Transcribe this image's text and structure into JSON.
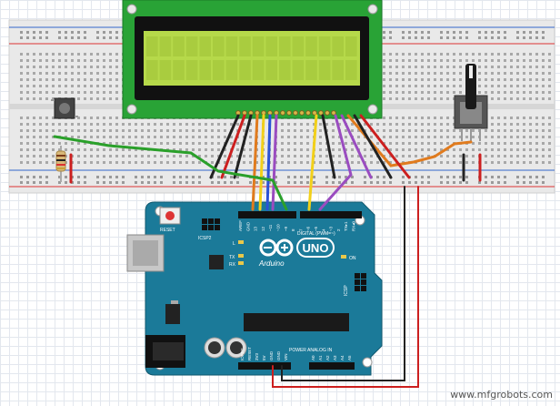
{
  "lcd": {
    "pin_count": 16
  },
  "arduino": {
    "reset_label": "RESET",
    "icsp2_label": "ICSP2",
    "icsp_label": "ICSP",
    "brand": "Arduino",
    "model": "UNO",
    "digital_label": "DIGITAL (PWM=~)",
    "power_label": "POWER",
    "analog_label": "ANALOG IN",
    "on_label": "ON",
    "l_label": "L",
    "tx_label": "TX",
    "rx_label": "RX",
    "top_pins": [
      "AREF",
      "GND",
      "13",
      "12",
      "~11",
      "~10",
      "~9",
      "8",
      "7",
      "~6",
      "~5",
      "4",
      "~3",
      "2",
      "TX▸1",
      "RX◂0"
    ],
    "power_pins": [
      "IOREF",
      "RESET",
      "3V3",
      "5V",
      "GND",
      "GND",
      "VIN"
    ],
    "analog_pins": [
      "A0",
      "A1",
      "A2",
      "A3",
      "A4",
      "A5"
    ]
  },
  "colors": {
    "board": "#1b7a99",
    "lcd_screen": "#b6d94a",
    "breadboard": "#e9e9e9",
    "rail_red": "#d33",
    "rail_blue": "#36c",
    "wire_black": "#222222",
    "wire_red": "#cc1f1f",
    "wire_orange": "#e07b1e",
    "wire_yellow": "#f2d01a",
    "wire_blue": "#2a52d6",
    "wire_purple": "#9a4cc0",
    "wire_green": "#2aa02a",
    "wire_brown": "#c26a2a"
  },
  "watermark": "www.mfgrobots.com"
}
